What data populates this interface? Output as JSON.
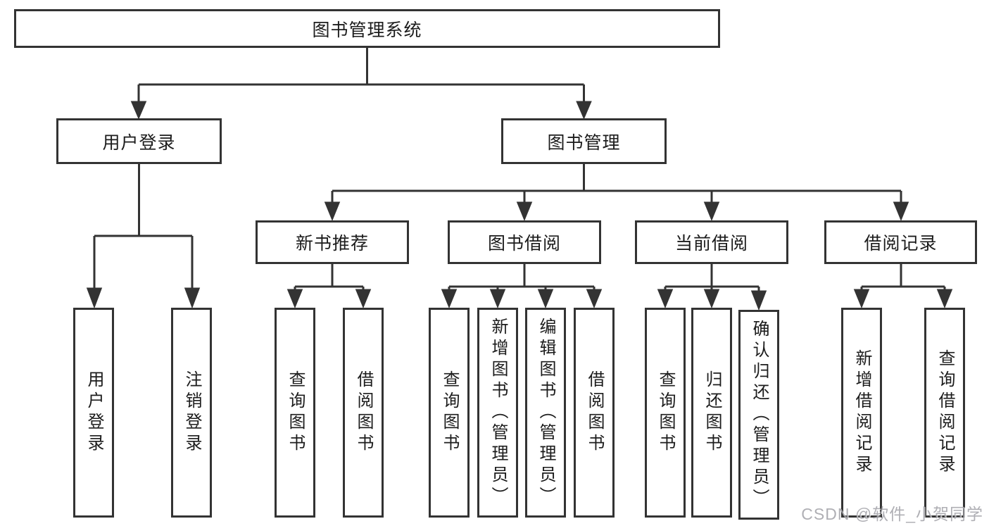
{
  "tree": {
    "root": {
      "label": "图书管理系统"
    },
    "branches": [
      {
        "label": "用户登录",
        "children": [
          {
            "label": "用户登录"
          },
          {
            "label": "注销登录"
          }
        ]
      },
      {
        "label": "图书管理",
        "children": [
          {
            "label": "新书推荐",
            "children": [
              {
                "label": "查询图书"
              },
              {
                "label": "借阅图书"
              }
            ]
          },
          {
            "label": "图书借阅",
            "children": [
              {
                "label": "查询图书"
              },
              {
                "label": "新增图书（管理员）"
              },
              {
                "label": "编辑图书（管理员）"
              },
              {
                "label": "借阅图书"
              }
            ]
          },
          {
            "label": "当前借阅",
            "children": [
              {
                "label": "查询图书"
              },
              {
                "label": "归还图书"
              },
              {
                "label": "确认归还（管理员）"
              }
            ]
          },
          {
            "label": "借阅记录",
            "children": [
              {
                "label": "新增借阅记录"
              },
              {
                "label": "查询借阅记录"
              }
            ]
          }
        ]
      }
    ]
  },
  "watermark": {
    "text": "CSDN @软件_小贺同学"
  },
  "colors": {
    "line": "#333333",
    "text": "#1c1c1c",
    "bg": "#ffffff",
    "watermark": "#a2a2a8"
  }
}
